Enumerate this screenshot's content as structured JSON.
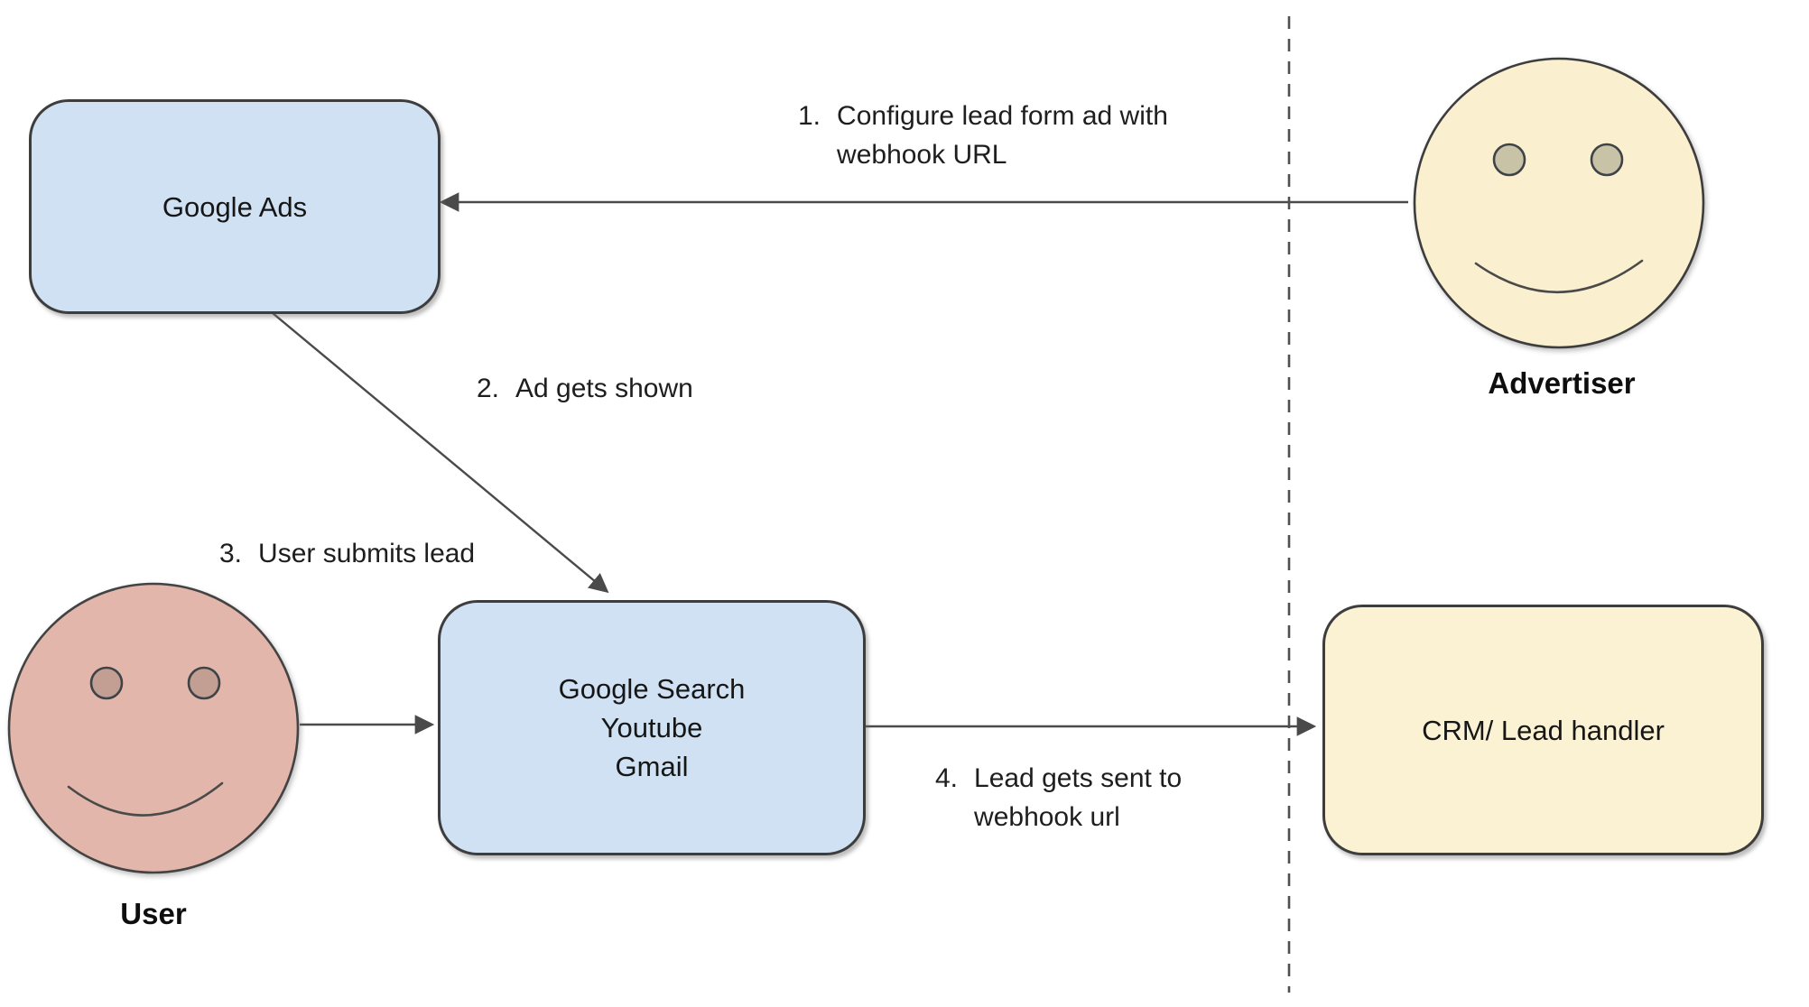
{
  "diagram": {
    "background": "#ffffff",
    "colors": {
      "node_blue_fill": "#cfe1f2",
      "node_yellow_fill": "#faf2d3",
      "node_border": "#3d3d3d",
      "arrow": "#4a4a4a",
      "dashed_line": "#4f4f4f",
      "text": "#1e1e1e"
    },
    "nodes": {
      "google_ads": {
        "label": "Google Ads"
      },
      "google_surfaces": {
        "lines": [
          "Google Search",
          "Youtube",
          "Gmail"
        ]
      },
      "crm": {
        "label": "CRM/ Lead handler"
      }
    },
    "actors": {
      "advertiser": {
        "label": "Advertiser",
        "face_fill": "#faf0d0",
        "eye_fill": "#c8c2a6"
      },
      "user": {
        "label": "User",
        "face_fill": "#e2b6ab",
        "eye_fill": "#c29e93"
      }
    },
    "steps": [
      {
        "number": "1.",
        "line1": "Configure lead form ad with",
        "line2": "webhook URL"
      },
      {
        "number": "2.",
        "line1": "Ad gets shown",
        "line2": ""
      },
      {
        "number": "3.",
        "line1": "User submits lead",
        "line2": ""
      },
      {
        "number": "4.",
        "line1": "Lead gets sent to",
        "line2": "webhook url"
      }
    ]
  }
}
